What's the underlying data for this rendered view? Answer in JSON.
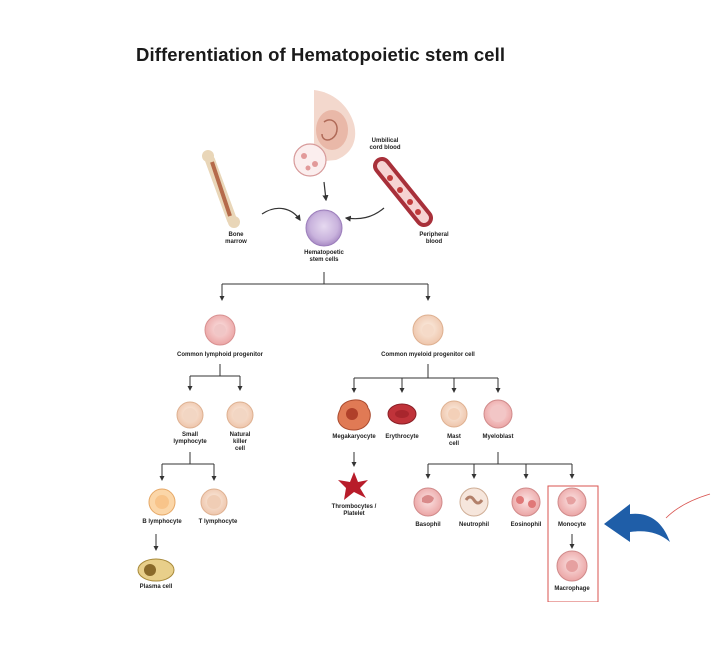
{
  "title": "Differentiation of Hematopoietic stem cell",
  "sources": {
    "umbilical": "Umbilical\ncord blood",
    "bone_marrow": "Bone\nmarrow",
    "peripheral": "Peripheral\nblood"
  },
  "stem_cell": "Hematopoetic\nstem cells",
  "lymphoid": {
    "progenitor": "Common lymphoid progenitor",
    "small_lymphocyte": "Small\nlymphocyte",
    "nk_cell": "Natural\nkiller\ncell",
    "b_lymphocyte": "B lymphocyte",
    "t_lymphocyte": "T lymphocyte",
    "plasma_cell": "Plasma cell"
  },
  "myeloid": {
    "progenitor": "Common myeloid progenitor cell",
    "megakaryocyte": "Megakaryocyte",
    "erythrocyte": "Erythrocyte",
    "mast_cell": "Mast\ncell",
    "myeloblast": "Myeloblast",
    "thrombocytes": "Thrombocytes /\nPlatelet",
    "basophil": "Basophil",
    "neutrophil": "Neutrophil",
    "eosinophil": "Eosinophil",
    "monocyte": "Monocyte",
    "macrophage": "Macrophage"
  },
  "colors": {
    "highlight_box": "#d9534f",
    "pointer_arrow": "#1f5ea8",
    "stem_cell": "#c9b3dd",
    "lymphoid": "#f4b9b9",
    "myeloid": "#f6d6c4"
  }
}
